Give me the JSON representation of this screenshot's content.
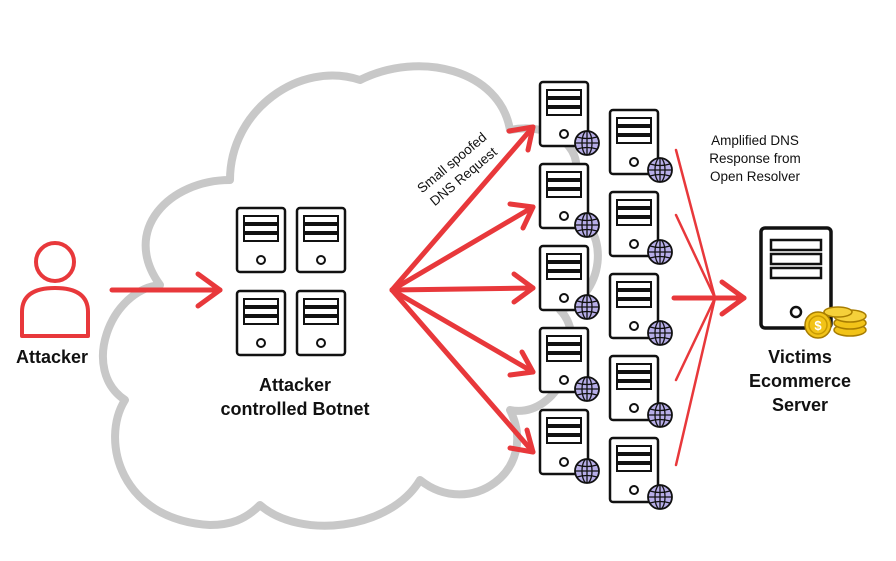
{
  "labels": {
    "attacker": "Attacker",
    "botnet_line1": "Attacker",
    "botnet_line2": "controlled Botnet",
    "spoofed_line1": "Small spoofed",
    "spoofed_line2": "DNS Request",
    "amplified_line1": "Amplified DNS",
    "amplified_line2": "Response from",
    "amplified_line3": "Open Resolver",
    "victim_line1": "Victims",
    "victim_line2": "Ecommerce",
    "victim_line3": "Server"
  },
  "icons": {
    "attacker": "person-icon",
    "bot": "server-icon",
    "resolver": "server-with-globe-icon",
    "victim": "server-with-coins-icon"
  },
  "colors": {
    "arrow": "#e8383b",
    "cloud": "#c8c8c8",
    "ink": "#111111",
    "globe": "#b7aee8",
    "coin": "#f2c318"
  }
}
